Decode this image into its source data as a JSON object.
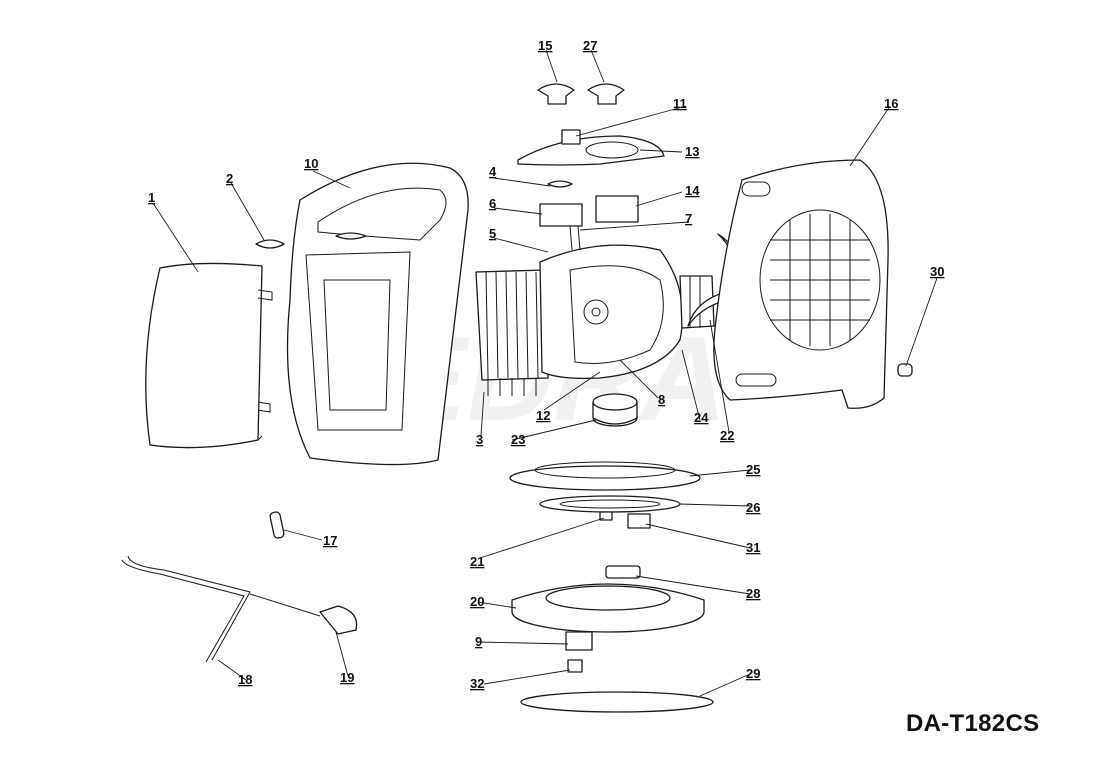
{
  "model_code": "DA-T182CS",
  "watermark_text": "DEDRA",
  "part_labels": [
    "1",
    "2",
    "3",
    "4",
    "5",
    "6",
    "7",
    "8",
    "9",
    "10",
    "11",
    "12",
    "13",
    "14",
    "15",
    "16",
    "17",
    "18",
    "19",
    "20",
    "21",
    "22",
    "23",
    "24",
    "25",
    "26",
    "27",
    "28",
    "29",
    "30",
    "31",
    "32"
  ],
  "colors": {
    "line": "#1a1a1a",
    "background": "#ffffff"
  }
}
